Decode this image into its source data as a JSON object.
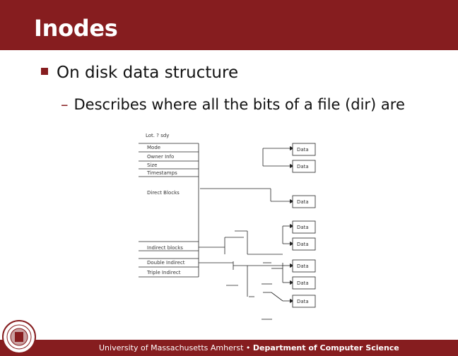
{
  "slide": {
    "title": "Inodes",
    "bullets": [
      "On disk data structure",
      "Describes where all the bits of a file (dir) are"
    ]
  },
  "diagram": {
    "inode_fields": [
      "Lot. ? sdy",
      "Mode",
      "Owner Info",
      "Size",
      "Timestamps",
      "Direct Blocks",
      "Indirect blocks",
      "Double Indirect",
      "Triple Indirect"
    ],
    "data_label": "Data"
  },
  "footer": {
    "university": "University of Massachusetts Amherst",
    "separator": "•",
    "department": "Department of Computer Science"
  },
  "colors": {
    "brand": "#861d1f"
  }
}
